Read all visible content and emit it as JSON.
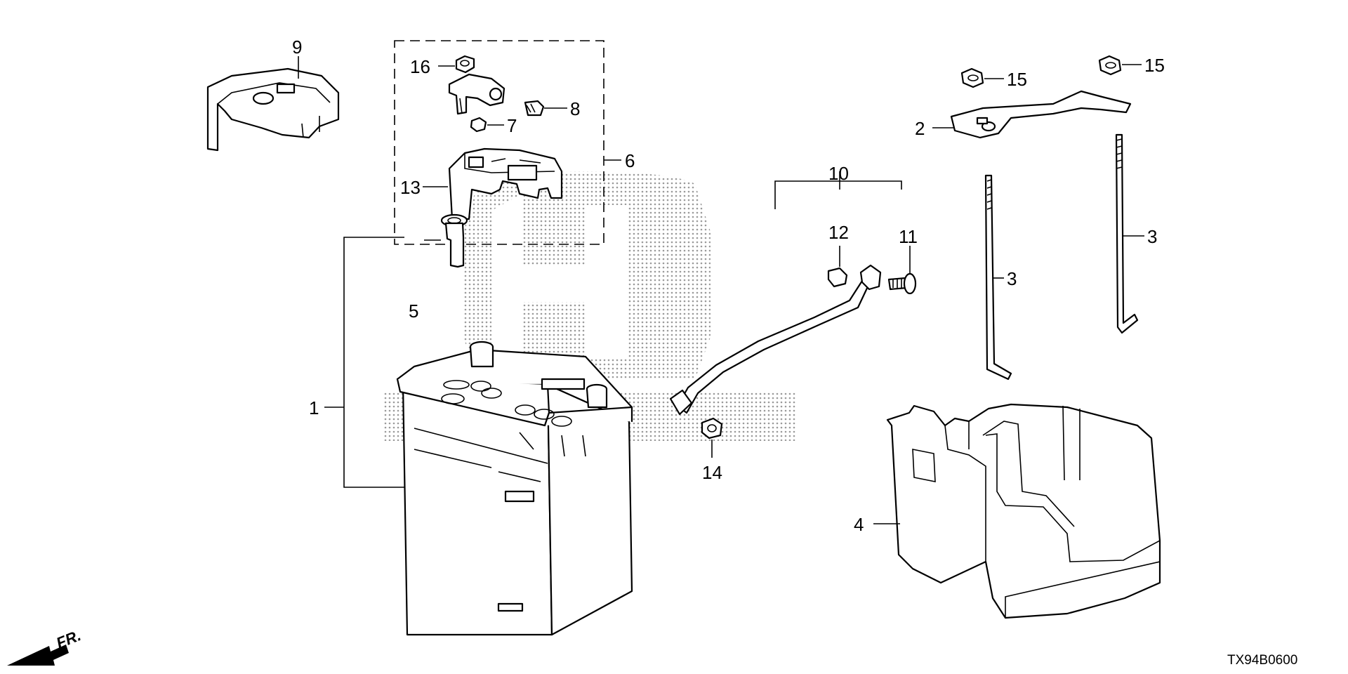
{
  "diagram": {
    "code": "TX94B0600",
    "front_label": "FR.",
    "callouts": {
      "c1": "1",
      "c2": "2",
      "c3a": "3",
      "c3b": "3",
      "c4": "4",
      "c5": "5",
      "c6": "6",
      "c7": "7",
      "c8": "8",
      "c9": "9",
      "c10": "10",
      "c11": "11",
      "c12": "12",
      "c13": "13",
      "c14": "14",
      "c15a": "15",
      "c15b": "15",
      "c16": "16"
    }
  }
}
